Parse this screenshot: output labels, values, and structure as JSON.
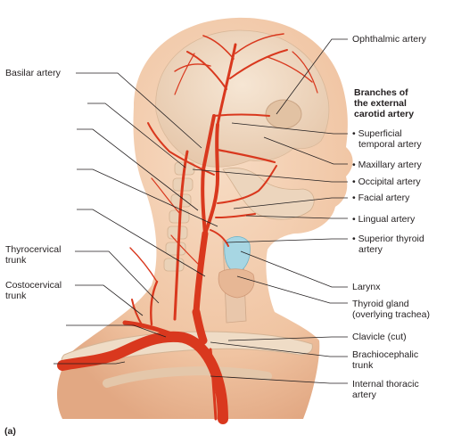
{
  "labels": {
    "ophthalmic": "Ophthalmic artery",
    "basilar": "Basilar artery",
    "branches_heading_1": "Branches of",
    "branches_heading_2": "the external",
    "branches_heading_3": "carotid artery",
    "superficial_temporal_1": "Superficial",
    "superficial_temporal_2": "temporal artery",
    "maxillary": "Maxillary artery",
    "occipital": "Occipital artery",
    "facial": "Facial artery",
    "lingual": "Lingual artery",
    "superior_thyroid_1": "Superior thyroid",
    "superior_thyroid_2": "artery",
    "thyrocervical_1": "Thyrocervical",
    "thyrocervical_2": "trunk",
    "costocervical_1": "Costocervical",
    "costocervical_2": "trunk",
    "larynx": "Larynx",
    "thyroid_gland_1": "Thyroid gland",
    "thyroid_gland_2": "(overlying trachea)",
    "clavicle": "Clavicle (cut)",
    "brachiocephalic_1": "Brachiocephalic",
    "brachiocephalic_2": "trunk",
    "internal_thoracic_1": "Internal thoracic",
    "internal_thoracic_2": "artery",
    "panel_letter": "(a)"
  },
  "colors": {
    "skin": "#f2c9a8",
    "skin_shadow": "#e3ab86",
    "bone": "#efdcc6",
    "artery": "#d9381e",
    "artery_dark": "#b52a15",
    "thyroid": "#9fd3e0",
    "leader": "#231f20"
  }
}
